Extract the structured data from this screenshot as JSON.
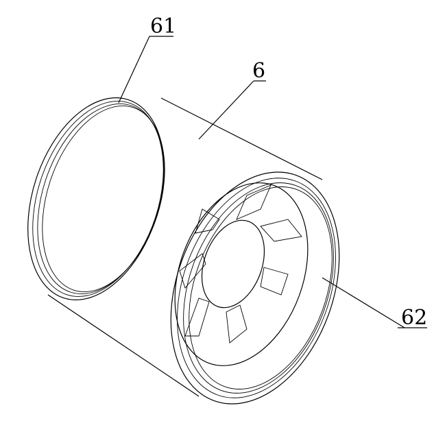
{
  "labels": {
    "part_61": "61",
    "part_6": "6",
    "part_62": "62"
  },
  "colors": {
    "line": "#000000",
    "background": "#ffffff"
  }
}
